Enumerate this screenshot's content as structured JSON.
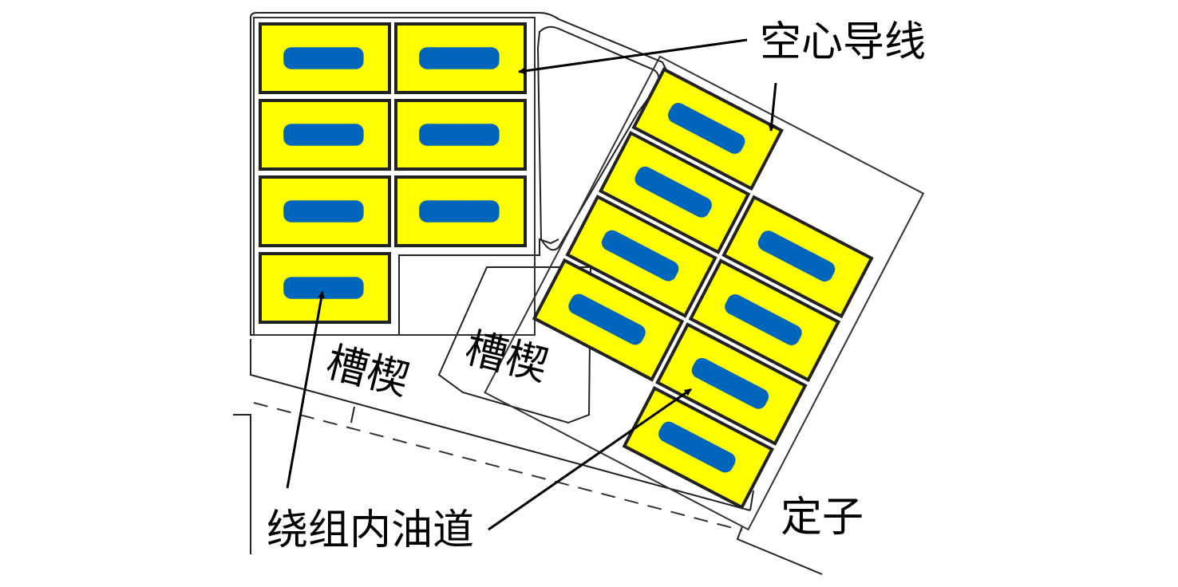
{
  "labels": {
    "hollow_conductor": "空心导线",
    "slot_wedge_left": "槽楔",
    "slot_wedge_right": "槽楔",
    "winding_oil_duct": "绕组内油道",
    "stator": "定子"
  },
  "colors": {
    "insulation": "#ffff00",
    "cooling_duct": "#0066bb",
    "outline": "#222222",
    "text": "#000000",
    "background": "#ffffff"
  },
  "groups": [
    {
      "name": "left-slot",
      "rows": [
        2,
        2,
        2,
        1
      ]
    },
    {
      "name": "right-slot",
      "rows": [
        1,
        2,
        2,
        2,
        1
      ]
    }
  ]
}
